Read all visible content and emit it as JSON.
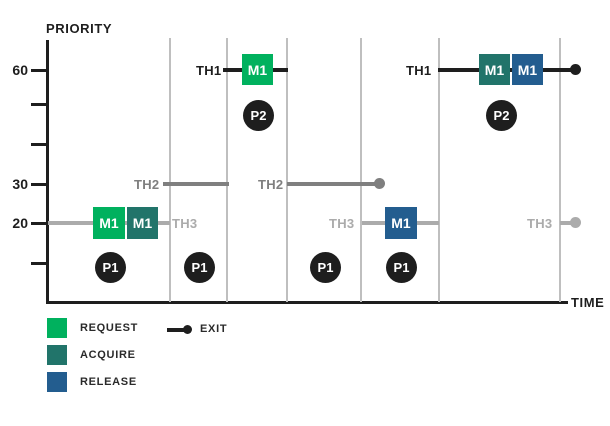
{
  "diagram": {
    "y_axis_label": "PRIORITY",
    "x_axis_label": "TIME",
    "y_ticks": [
      {
        "label": "60"
      },
      {
        "label": ""
      },
      {
        "label": ""
      },
      {
        "label": "30"
      },
      {
        "label": "20"
      },
      {
        "label": ""
      }
    ],
    "colors": {
      "request_green": "#00B15E",
      "acquire_teal": "#21746A",
      "release_blue": "#235D8F",
      "th1_black": "#1E1E1E",
      "th2_gray": "#7F7F7F",
      "th3_lightgray": "#ABABAB",
      "separator_gray": "#BFBFBF",
      "badge_black": "#1E1E1E"
    },
    "thread_runs": [
      {
        "label": "TH3",
        "priority": "20",
        "events": [
          "REQUEST M1",
          "ACQUIRE M1"
        ],
        "exit": false
      },
      {
        "label": "TH2",
        "priority": "30",
        "events": [],
        "exit": false
      },
      {
        "label": "TH1",
        "priority": "60",
        "events": [
          "REQUEST M1"
        ],
        "exit": false
      },
      {
        "label": "TH2",
        "priority": "30",
        "events": [],
        "exit": true
      },
      {
        "label": "TH3",
        "priority": "20",
        "events": [
          "RELEASE M1"
        ],
        "exit": false
      },
      {
        "label": "TH1",
        "priority": "60",
        "events": [
          "ACQUIRE M1",
          "RELEASE M1"
        ],
        "exit": true
      },
      {
        "label": "TH3",
        "priority": "20",
        "events": [],
        "exit": true
      }
    ],
    "mutex_boxes": [
      {
        "label": "M1",
        "type": "REQUEST"
      },
      {
        "label": "M1",
        "type": "ACQUIRE"
      },
      {
        "label": "M1",
        "type": "REQUEST"
      },
      {
        "label": "M1",
        "type": "RELEASE"
      },
      {
        "label": "M1",
        "type": "ACQUIRE"
      },
      {
        "label": "M1",
        "type": "RELEASE"
      }
    ],
    "partition_badges": [
      {
        "label": "P1"
      },
      {
        "label": "P1"
      },
      {
        "label": "P2"
      },
      {
        "label": "P1"
      },
      {
        "label": "P1"
      },
      {
        "label": "P2"
      }
    ],
    "legend": {
      "items": [
        {
          "label": "REQUEST"
        },
        {
          "label": "ACQUIRE"
        },
        {
          "label": "RELEASE"
        }
      ],
      "exit_label": "EXIT"
    }
  }
}
